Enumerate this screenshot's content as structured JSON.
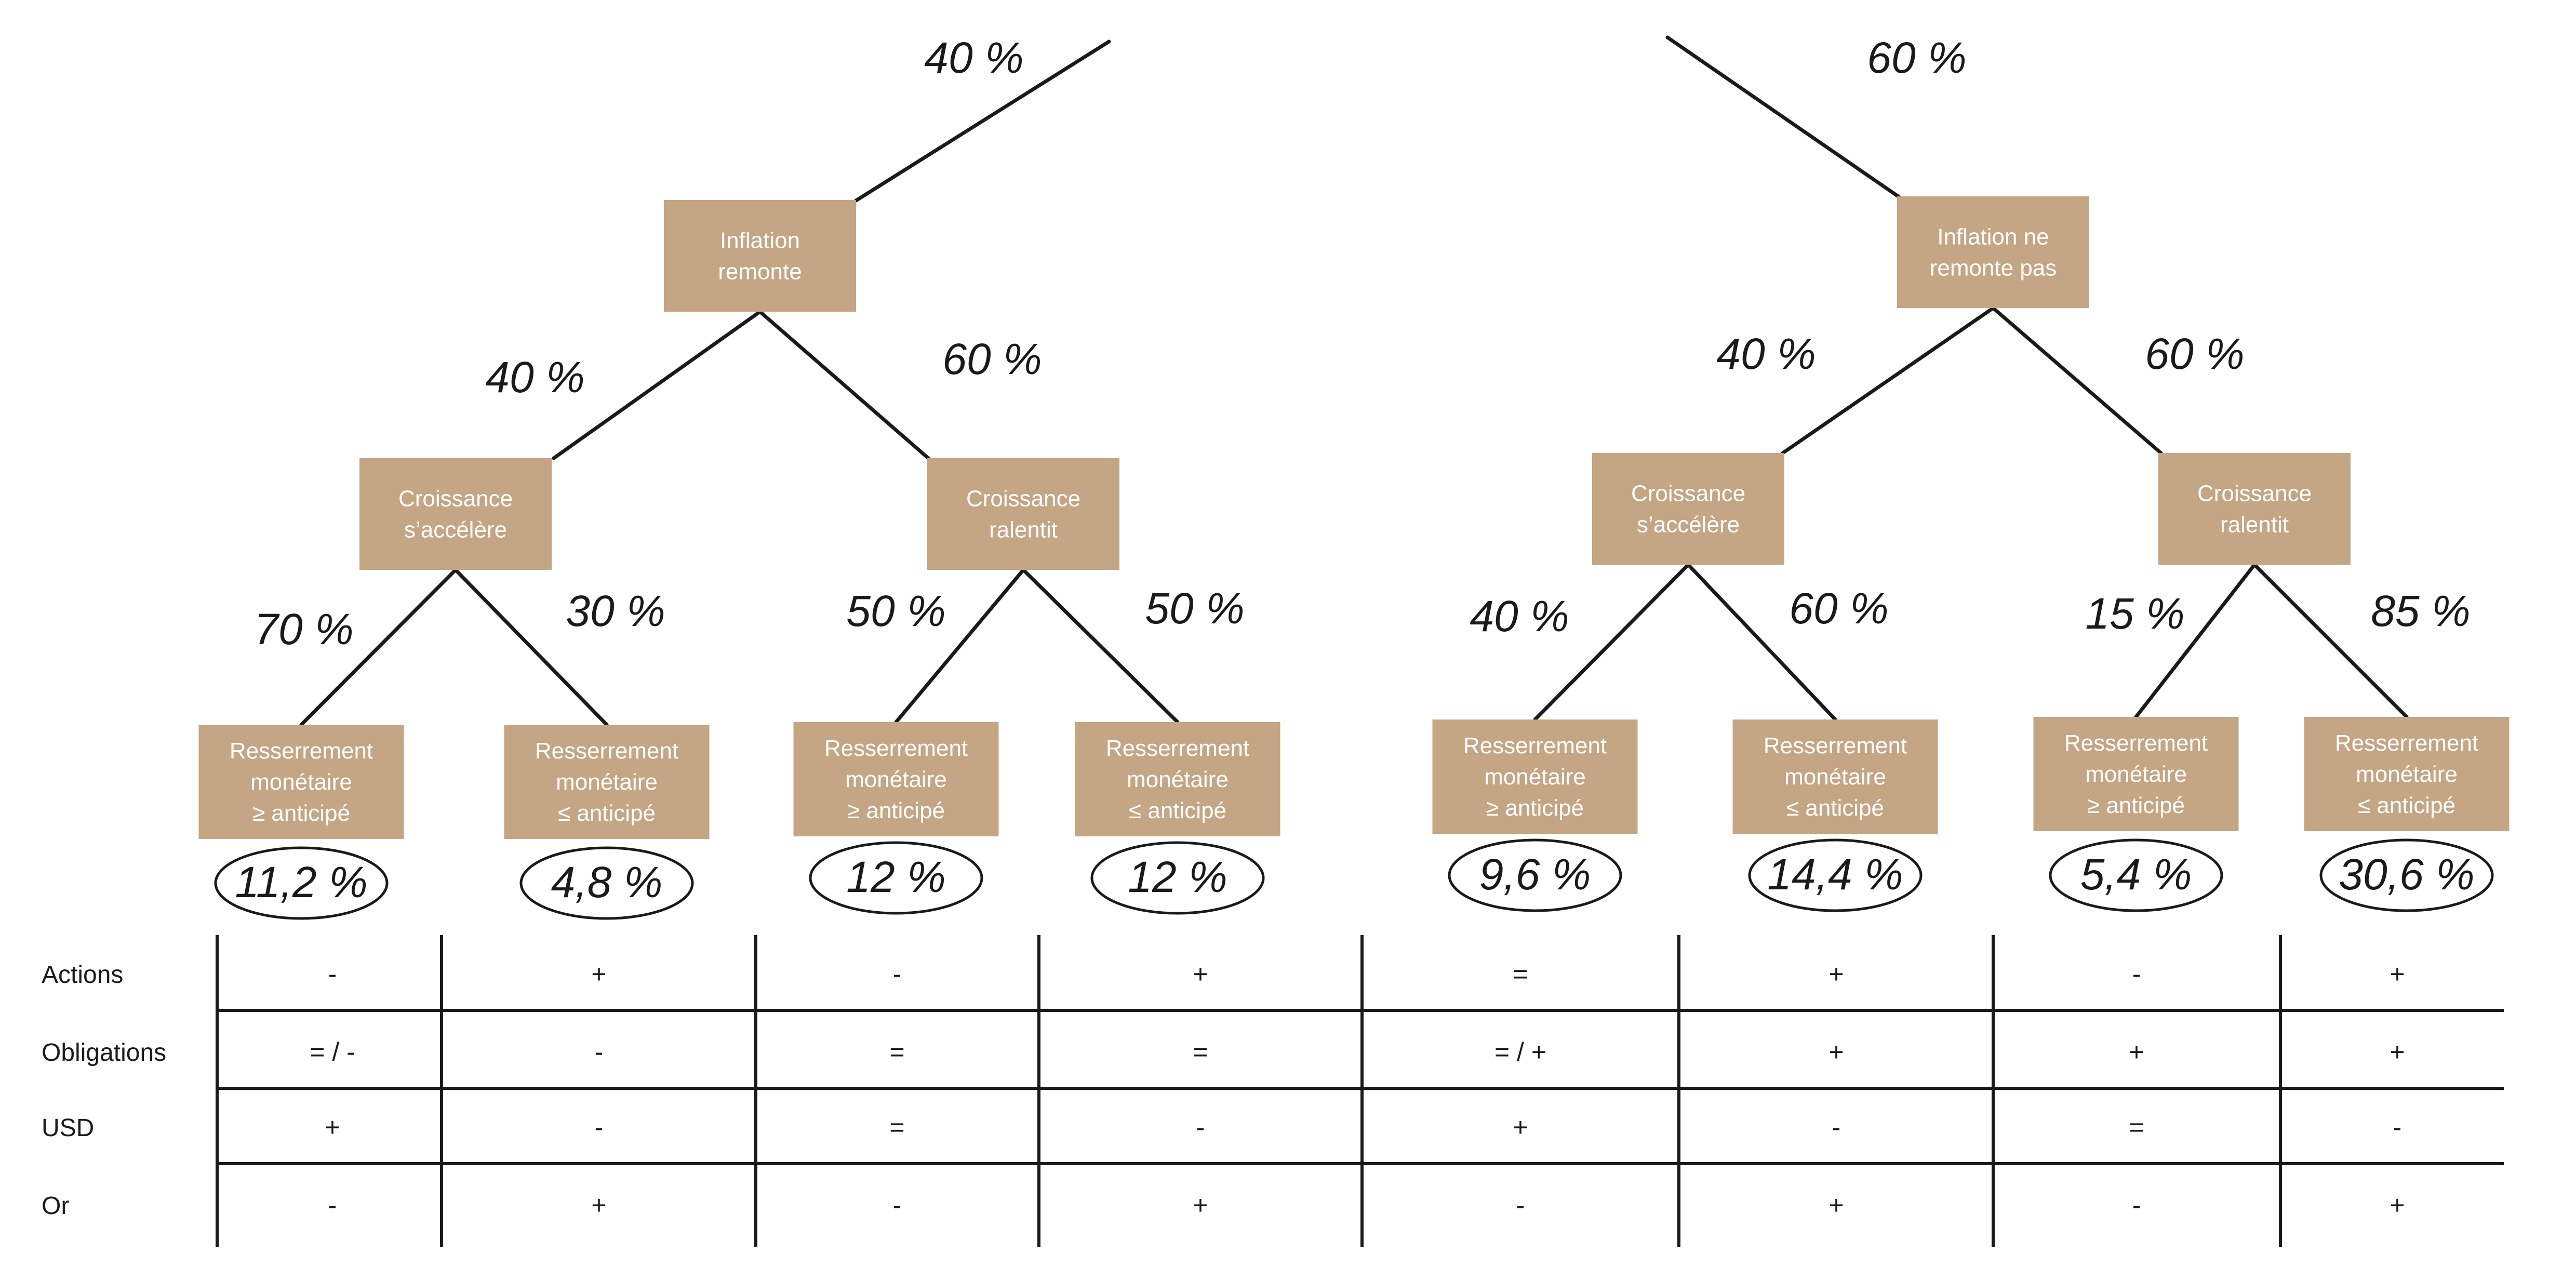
{
  "tree": {
    "top_branches": [
      {
        "prob": "40 %",
        "node": "Inflation remonte"
      },
      {
        "prob": "60 %",
        "node": "Inflation ne remonte pas"
      }
    ],
    "level1": [
      {
        "prob": "40 %",
        "node": "Croissance s’accélère"
      },
      {
        "prob": "60 %",
        "node": "Croissance ralentit"
      },
      {
        "prob": "40 %",
        "node": "Croissance s’accélère"
      },
      {
        "prob": "60 %",
        "node": "Croissance ralentit"
      }
    ],
    "leaves": [
      {
        "prob": "70 %",
        "node": "Resserrement monétaire ≥ anticipé",
        "result": "11,2 %"
      },
      {
        "prob": "30 %",
        "node": "Resserrement monétaire ≤ anticipé",
        "result": "4,8 %"
      },
      {
        "prob": "50 %",
        "node": "Resserrement monétaire ≥ anticipé",
        "result": "12 %"
      },
      {
        "prob": "50 %",
        "node": "Resserrement monétaire ≤ anticipé",
        "result": "12 %"
      },
      {
        "prob": "40 %",
        "node": "Resserrement monétaire ≥ anticipé",
        "result": "9,6 %"
      },
      {
        "prob": "60 %",
        "node": "Resserrement monétaire ≤ anticipé",
        "result": "14,4 %"
      },
      {
        "prob": "15 %",
        "node": "Resserrement monétaire ≥ anticipé",
        "result": "5,4 %"
      },
      {
        "prob": "85 %",
        "node": "Resserrement monétaire ≤ anticipé",
        "result": "30,6 %"
      }
    ]
  },
  "table": {
    "rows": [
      {
        "label": "Actions",
        "cells": [
          "-",
          "+",
          "-",
          "+",
          "=",
          "+",
          "-",
          "+"
        ]
      },
      {
        "label": "Obligations",
        "cells": [
          "= / -",
          "-",
          "=",
          "=",
          "= / +",
          "+",
          "+",
          "+"
        ]
      },
      {
        "label": "USD",
        "cells": [
          "+",
          "-",
          "=",
          "-",
          "+",
          "-",
          "=",
          "-"
        ]
      },
      {
        "label": "Or",
        "cells": [
          "-",
          "+",
          "-",
          "+",
          "-",
          "+",
          "-",
          "+"
        ]
      }
    ]
  }
}
